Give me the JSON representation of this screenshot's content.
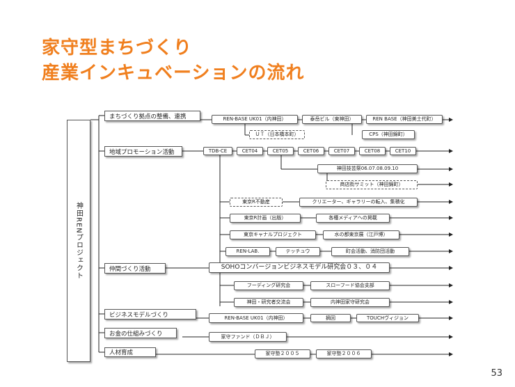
{
  "title": {
    "line1": "家守型まちづくり",
    "line2": "産業インキュベーションの流れ"
  },
  "page_number": "53",
  "main_label": "神田RENプロジェクト",
  "categories": [
    "まちづくり拠点の整備、連携",
    "地域プロモーション活動",
    "仲間づくり活動",
    "ビジネスモデルづくり",
    "お金の仕組みづくり",
    "人材育成"
  ],
  "nodes": {
    "ren_base_1": "REN-BASE UK01（内神田）",
    "taigaku": "泰岳ビル（東神田）",
    "ren_base_2": "REN BASE（神田美土代町）",
    "ut": "ＵＴ（日本橋本町）",
    "cps": "CPS（神田錦町）",
    "tdb_ce": "TDB-CE",
    "cet04": "CET04",
    "cet05": "CET05",
    "cet06": "CET06",
    "cet07": "CET07",
    "cet08": "CET08",
    "cet10": "CET10",
    "kanda_fes": "神田技芸祭06.07.08.09.10",
    "shotengai": "商店街サミット（神田錦町）",
    "tokyo_r_fudosan": "東京R不動産",
    "creator": "クリエーター、ギャラリーの転入、集積化",
    "tokyo_r_keikaku": "東京R計画（出版）",
    "media": "各種メディアへの掲載",
    "tokyo_canal": "東京キャナルプロジェクト",
    "mizu": "水の都東京展（江戸博）",
    "ren_lab": "REN-LAB.",
    "tecchuu": "テッチュウ",
    "chokai": "町会活動、消防団活動",
    "soho": "SOHOコンバージョンビジネスモデル研究会０３、０４",
    "feeding": "フーディング研究会",
    "slowfood": "スローフード協会支部",
    "kanda_kenkyu": "神田・研究者交流会",
    "uchikanda": "内神田家守研究会",
    "ren_base_3": "REN-BASE UK01（内神田）",
    "ikusei": "摘回",
    "touch": "TOUCHヴィジョン",
    "fund": "家守ファンド（ＤＢＪ）",
    "juku2005": "家守塾２００５",
    "juku2006": "家守塾２００６"
  }
}
